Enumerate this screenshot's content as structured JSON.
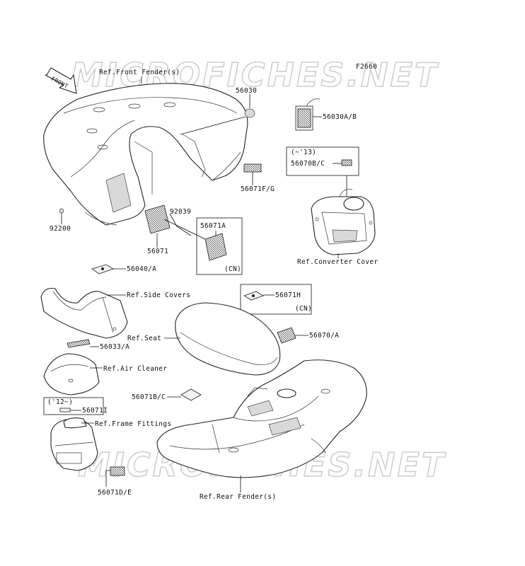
{
  "diagram_code": "F2660",
  "watermarks": [
    "MICROFICHES.NET",
    "MICROFICHES.NET"
  ],
  "front_arrow": "FRONT",
  "refs": {
    "front_fender": "Ref.Front Fender(s)",
    "converter_cover": "Ref.Converter Cover",
    "side_covers": "Ref.Side Covers",
    "seat": "Ref.Seat",
    "air_cleaner": "Ref.Air Cleaner",
    "frame_fittings": "Ref.Frame Fittings",
    "rear_fender": "Ref.Rear Fender(s)"
  },
  "parts": {
    "p56030": "56030",
    "p56030ab": "56030A/B",
    "p56071fg": "56071F/G",
    "p56070bc": "56070B/C",
    "p92039": "92039",
    "p56071a": "56071A",
    "p92200": "92200",
    "p56071": "56071",
    "p56040a": "56040/A",
    "p56071h": "56071H",
    "p56070a": "56070/A",
    "p56033a": "56033/A",
    "p56071bc": "56071B/C",
    "p56071i": "56071I",
    "p56071de": "56071D/E"
  },
  "notes": {
    "upto13": "(~'13)",
    "cn_a": "(CN)",
    "cn_h": "(CN)",
    "from12": "('12~)"
  }
}
